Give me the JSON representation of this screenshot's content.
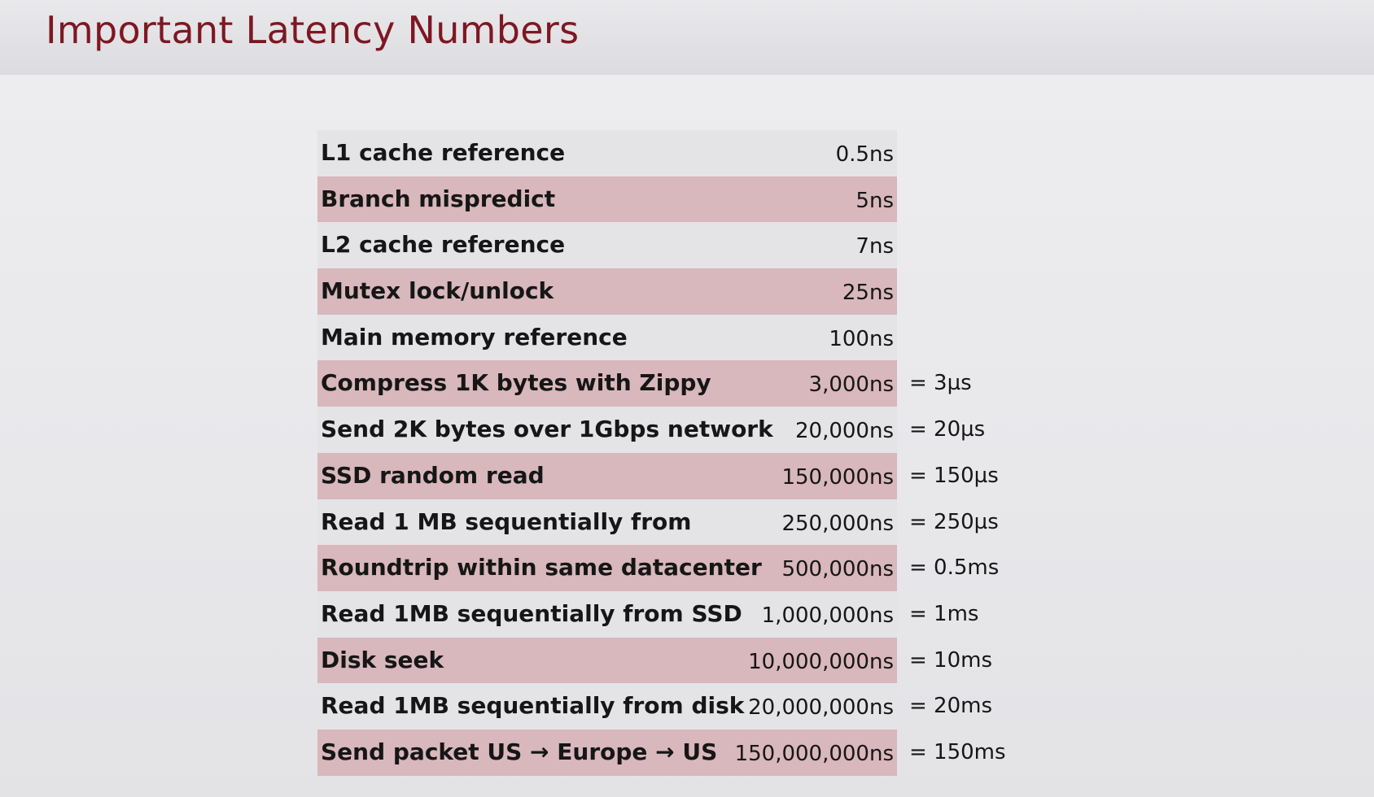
{
  "slide": {
    "title": "Important Latency Numbers"
  },
  "table": {
    "rows": [
      {
        "label": "L1 cache reference",
        "value": "0.5ns",
        "conversion": ""
      },
      {
        "label": "Branch mispredict",
        "value": "5ns",
        "conversion": ""
      },
      {
        "label": "L2 cache reference",
        "value": "7ns",
        "conversion": ""
      },
      {
        "label": "Mutex lock/unlock",
        "value": "25ns",
        "conversion": ""
      },
      {
        "label": "Main memory reference",
        "value": "100ns",
        "conversion": ""
      },
      {
        "label": "Compress 1K bytes with Zippy",
        "value": "3,000ns",
        "conversion": "= 3µs"
      },
      {
        "label": "Send 2K bytes over 1Gbps network",
        "value": "20,000ns",
        "conversion": "= 20µs"
      },
      {
        "label": "SSD random read",
        "value": "150,000ns",
        "conversion": "= 150µs"
      },
      {
        "label": "Read 1 MB sequentially from",
        "value": "250,000ns",
        "conversion": "= 250µs"
      },
      {
        "label": "Roundtrip within same datacenter",
        "value": "500,000ns",
        "conversion": "= 0.5ms"
      },
      {
        "label": "Read 1MB sequentially from SSD",
        "value": "1,000,000ns",
        "conversion": "= 1ms"
      },
      {
        "label": "Disk seek",
        "value": "10,000,000ns",
        "conversion": "= 10ms"
      },
      {
        "label": "Read 1MB sequentially from disk",
        "value": "20,000,000ns",
        "conversion": "= 20ms"
      },
      {
        "label": "Send packet US → Europe → US",
        "value": "150,000,000ns",
        "conversion": "= 150ms"
      }
    ]
  },
  "colors": {
    "title": "#7e1722",
    "row_light": "#e4e4e7",
    "row_shaded": "#d8b7bd"
  }
}
